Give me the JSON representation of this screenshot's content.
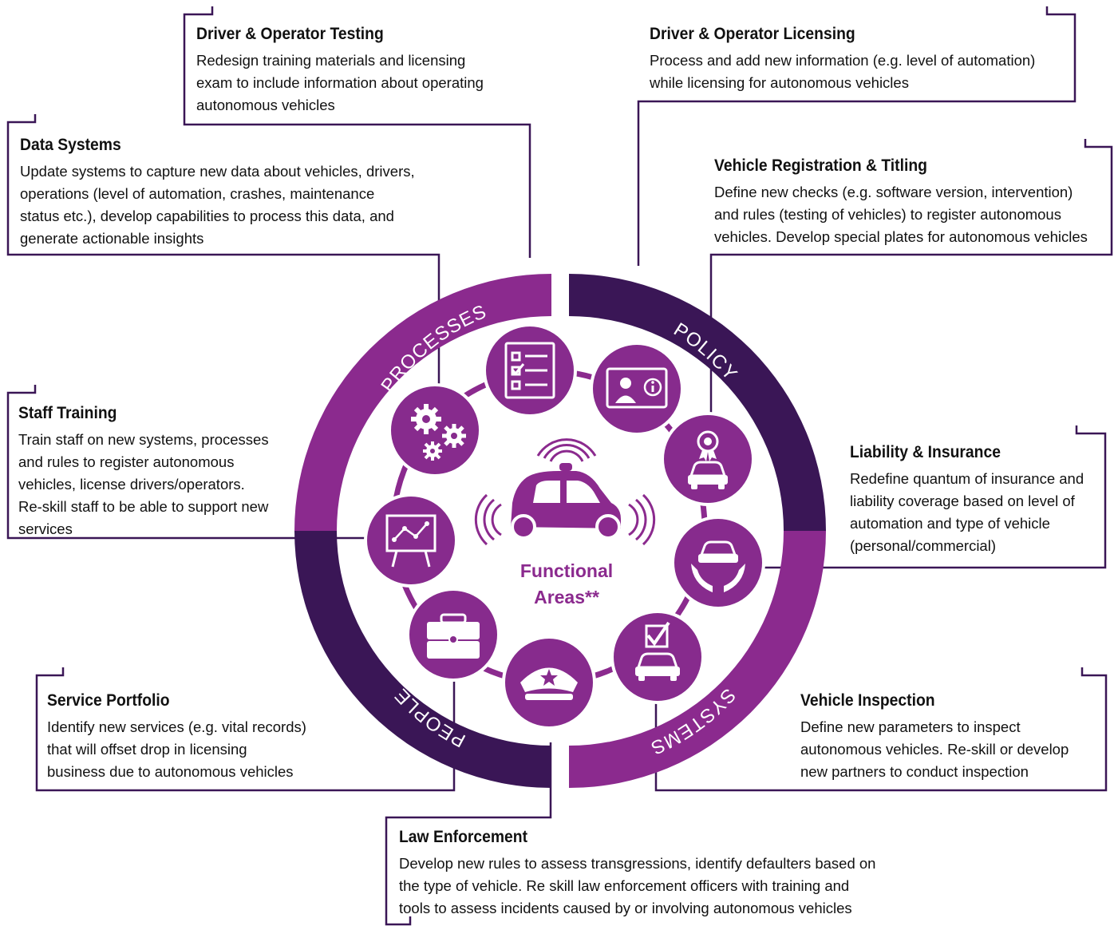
{
  "colors": {
    "magenta": "#8b2a8e",
    "dark_purple": "#3a1656",
    "node": "#872b8d",
    "line": "#3a1656"
  },
  "center": {
    "line1": "Functional",
    "line2": "Areas**",
    "icon": "autonomous-car-icon"
  },
  "segments": {
    "processes": "PROCESSES",
    "policy": "POLICY",
    "systems": "SYSTEMS",
    "people": "PEOPLE"
  },
  "nodes": [
    {
      "icon": "checklist-icon"
    },
    {
      "icon": "id-card-icon"
    },
    {
      "icon": "car-award-icon"
    },
    {
      "icon": "hands-car-icon"
    },
    {
      "icon": "car-checkbox-icon"
    },
    {
      "icon": "police-cap-icon"
    },
    {
      "icon": "briefcase-icon"
    },
    {
      "icon": "presentation-board-icon"
    },
    {
      "icon": "gears-icon"
    }
  ],
  "areas": {
    "driver_testing": {
      "title": "Driver & Operator Testing",
      "lines": [
        "Redesign training materials and licensing",
        "exam to include information about operating",
        "autonomous vehicles"
      ]
    },
    "driver_licensing": {
      "title": "Driver & Operator Licensing",
      "lines": [
        "Process and add new information (e.g. level of automation)",
        "while licensing for autonomous vehicles"
      ]
    },
    "data_systems": {
      "title": "Data Systems",
      "lines": [
        "Update systems to capture new data about vehicles, drivers,",
        "operations (level of automation, crashes, maintenance",
        "status etc.), develop capabilities to process this data, and",
        "generate actionable insights"
      ]
    },
    "vehicle_registration": {
      "title": "Vehicle Registration & Titling",
      "lines": [
        "Define new checks (e.g. software version, intervention)",
        "and rules (testing of vehicles) to register autonomous",
        "vehicles. Develop special plates for autonomous vehicles"
      ]
    },
    "staff_training": {
      "title": "Staff Training",
      "lines": [
        "Train staff on new systems, processes",
        "and rules to register autonomous",
        "vehicles, license drivers/operators.",
        "Re-skill staff to be able to support new",
        "services"
      ]
    },
    "liability_insurance": {
      "title": "Liability & Insurance",
      "lines": [
        "Redefine quantum of insurance and",
        "liability coverage based on level of",
        "automation and type of vehicle",
        "(personal/commercial)"
      ]
    },
    "service_portfolio": {
      "title": "Service Portfolio",
      "lines": [
        "Identify new services (e.g. vital records)",
        "that will offset drop in licensing",
        "business due to autonomous vehicles"
      ]
    },
    "vehicle_inspection": {
      "title": "Vehicle Inspection",
      "lines": [
        "Define new parameters to inspect",
        "autonomous vehicles. Re-skill or develop",
        "new partners to conduct inspection"
      ]
    },
    "law_enforcement": {
      "title": "Law Enforcement",
      "lines": [
        "Develop new rules to assess transgressions, identify defaulters based on",
        "the type of vehicle. Re skill law enforcement officers with training and",
        "tools to assess incidents caused by or involving autonomous vehicles"
      ]
    }
  }
}
